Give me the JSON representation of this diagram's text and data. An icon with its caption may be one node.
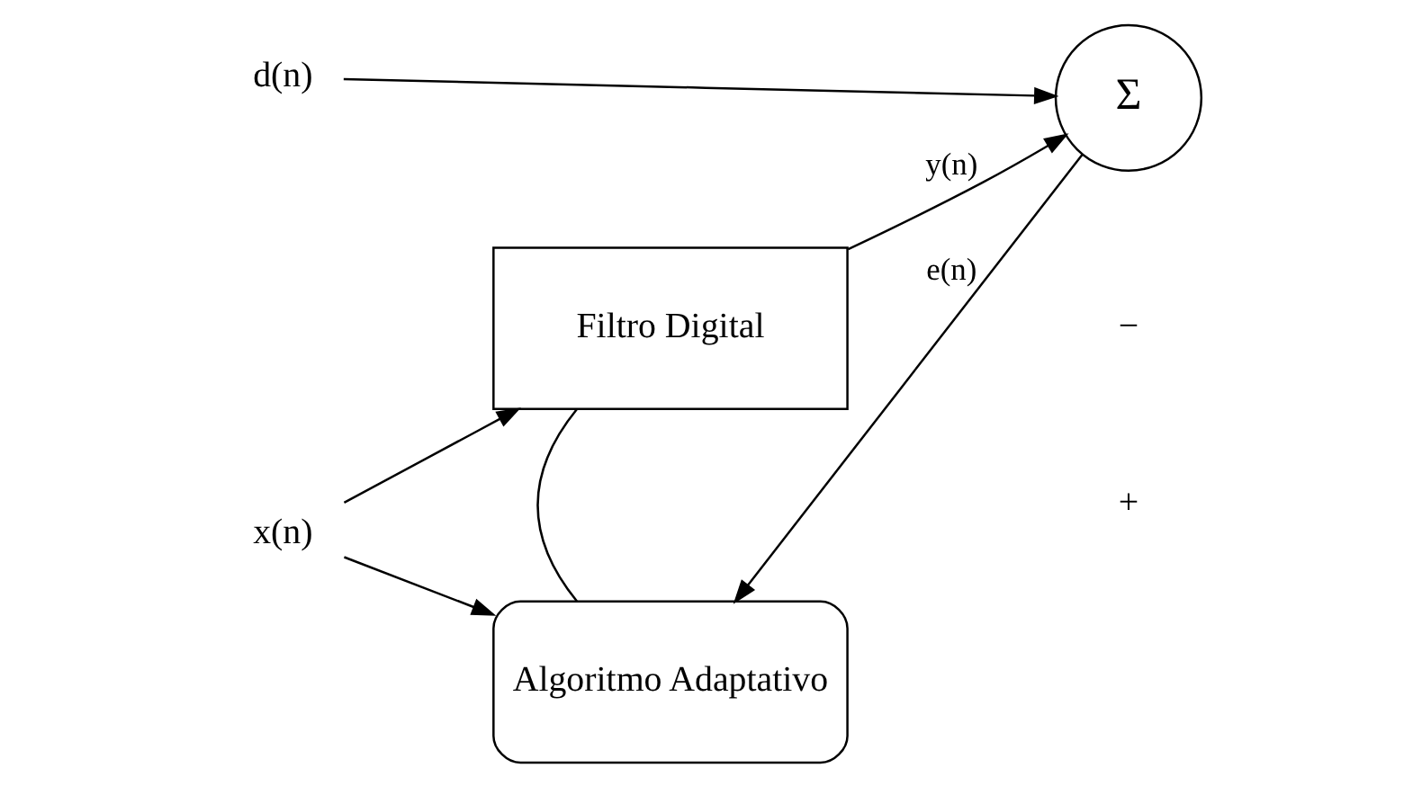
{
  "diagram": {
    "nodes": [
      {
        "text": [
          "d(n)"
        ]
      },
      {
        "text": [
          "x(n)"
        ]
      },
      {
        "text": [
          "Filtro Digital"
        ]
      },
      {
        "text": [
          "Σ"
        ]
      },
      {
        "text": [
          "Algoritmo Adaptativo"
        ]
      }
    ],
    "edges": [
      {
        "from": 0,
        "to": 3,
        "arrow": "to"
      },
      {
        "from": 1,
        "to": 2,
        "arrow": "to"
      },
      {
        "from": 1,
        "to": 4,
        "arrow": "to"
      },
      {
        "from": 2,
        "to": 3,
        "arrow": "to",
        "label": "y(n)"
      },
      {
        "from": 3,
        "to": 4,
        "arrow": "to",
        "label": "e(n)"
      },
      {
        "from": 4,
        "to": 2,
        "arrow": "none"
      }
    ],
    "labels": [
      "−",
      "+"
    ]
  }
}
